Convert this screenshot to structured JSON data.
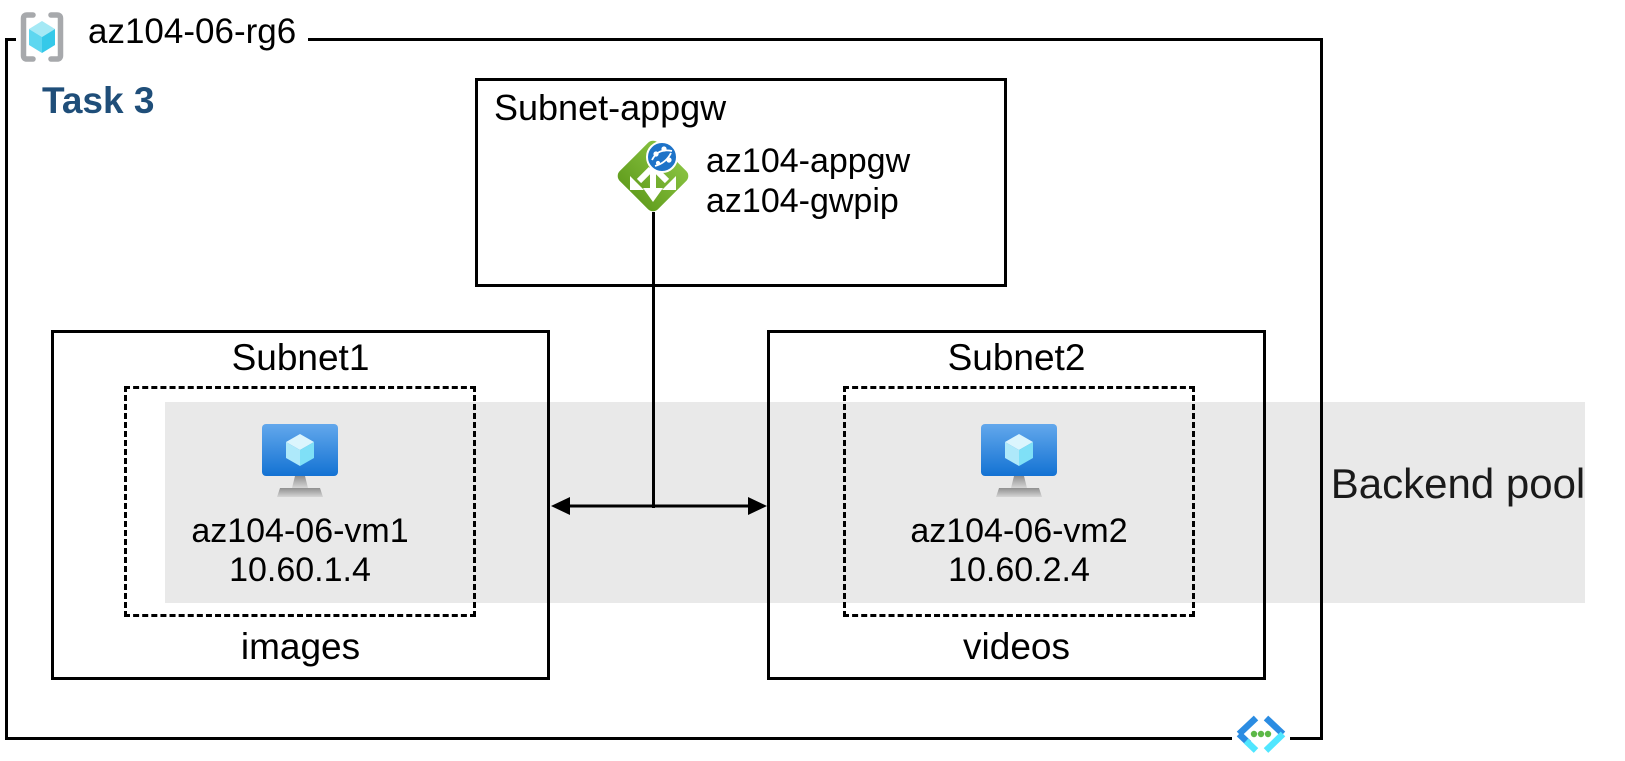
{
  "diagram": {
    "resource_group": {
      "label": "az104-06-rg6"
    },
    "task_label": "Task 3",
    "backend_pool_label": "Backend pool",
    "appgw_subnet": {
      "title": "Subnet-appgw",
      "gateway_name": "az104-appgw",
      "public_ip_name": "az104-gwpip"
    },
    "subnet1": {
      "title": "Subnet1",
      "vm_name": "az104-06-vm1",
      "vm_ip": "10.60.1.4",
      "caption": "images"
    },
    "subnet2": {
      "title": "Subnet2",
      "vm_name": "az104-06-vm2",
      "vm_ip": "10.60.2.4",
      "caption": "videos"
    },
    "icons": {
      "resource_group": "resource-group-icon",
      "application_gateway": "application-gateway-icon",
      "virtual_machine": "virtual-machine-icon",
      "virtual_network": "virtual-network-icon"
    },
    "colors": {
      "task_label": "#1f4e79",
      "backend_band": "#e9e9e9",
      "appgw_green": "#72ad29",
      "vm_screen_blue_top": "#63a8ec",
      "vm_screen_blue_bottom": "#1372d3",
      "cube_cyan": "#45cdea",
      "rg_bracket_gray": "#a7a9ac",
      "vnet_blue": "#2b8ce2",
      "vnet_cyan": "#50e6ff",
      "vnet_dot_green": "#5cb847",
      "line_black": "#000000"
    }
  }
}
